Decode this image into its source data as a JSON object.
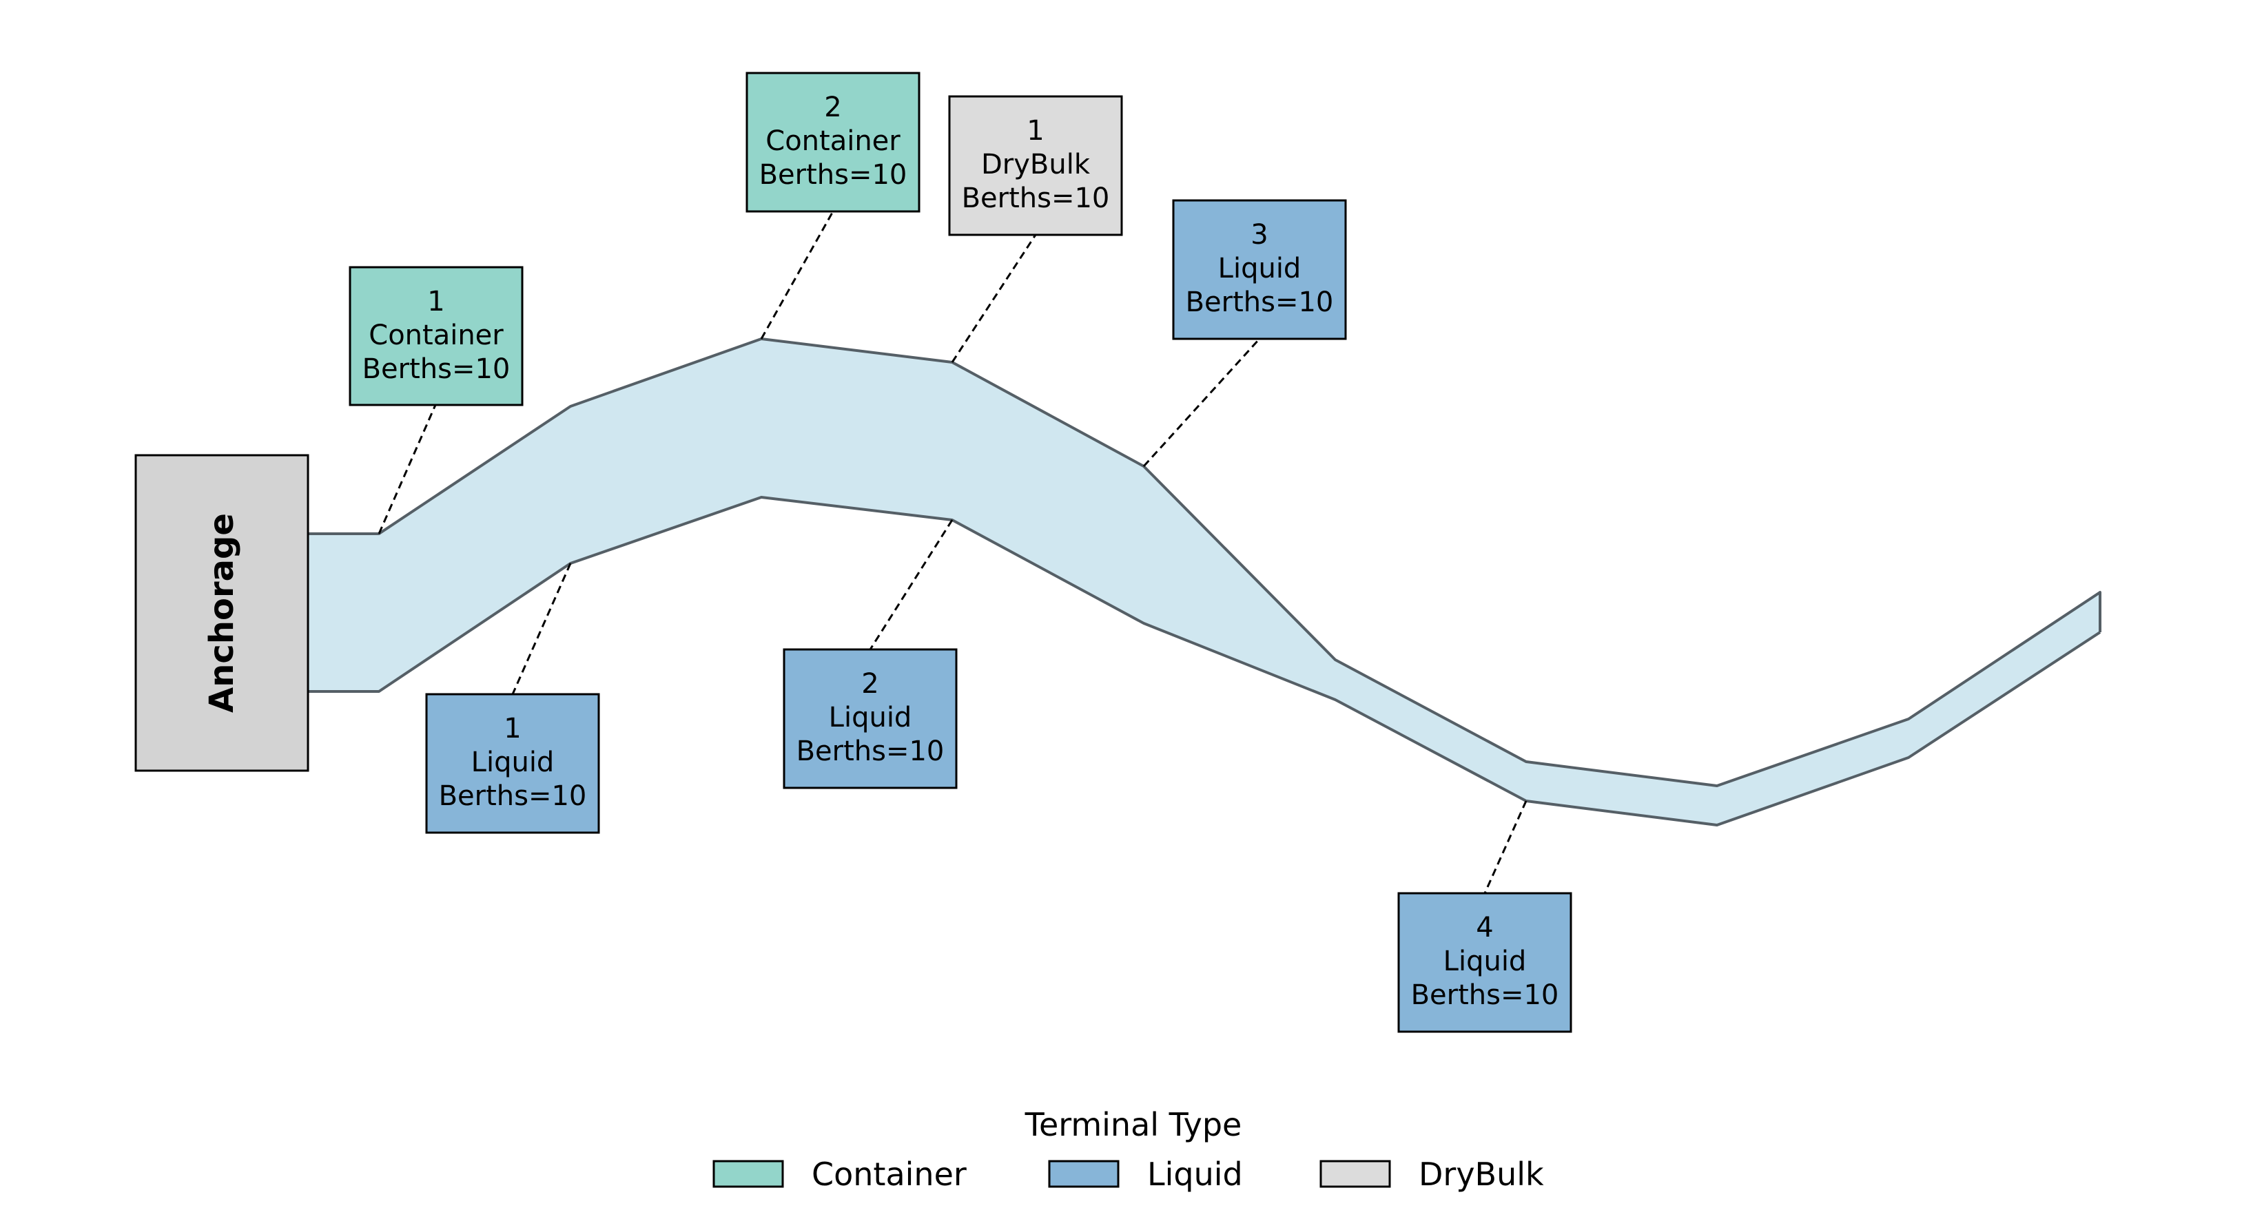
{
  "anchorage": {
    "label": "Anchorage",
    "fill": "#d3d3d3"
  },
  "channel": {
    "fill": "#d0e7f0",
    "stroke": "#555f66"
  },
  "terminals": [
    {
      "id": "1",
      "type": "Container",
      "berths": "Berths=10",
      "side": "upper",
      "fill": "#93d5ca"
    },
    {
      "id": "2",
      "type": "Container",
      "berths": "Berths=10",
      "side": "upper",
      "fill": "#93d5ca"
    },
    {
      "id": "1",
      "type": "DryBulk",
      "berths": "Berths=10",
      "side": "upper",
      "fill": "#dcdcdc"
    },
    {
      "id": "3",
      "type": "Liquid",
      "berths": "Berths=10",
      "side": "upper",
      "fill": "#87b5d8"
    },
    {
      "id": "1",
      "type": "Liquid",
      "berths": "Berths=10",
      "side": "lower",
      "fill": "#87b5d8"
    },
    {
      "id": "2",
      "type": "Liquid",
      "berths": "Berths=10",
      "side": "lower",
      "fill": "#87b5d8"
    },
    {
      "id": "4",
      "type": "Liquid",
      "berths": "Berths=10",
      "side": "lower",
      "fill": "#87b5d8"
    }
  ],
  "legend": {
    "title": "Terminal Type",
    "items": [
      {
        "label": "Container",
        "color": "#93d5ca"
      },
      {
        "label": "Liquid",
        "color": "#87b5d8"
      },
      {
        "label": "DryBulk",
        "color": "#dcdcdc"
      }
    ]
  }
}
